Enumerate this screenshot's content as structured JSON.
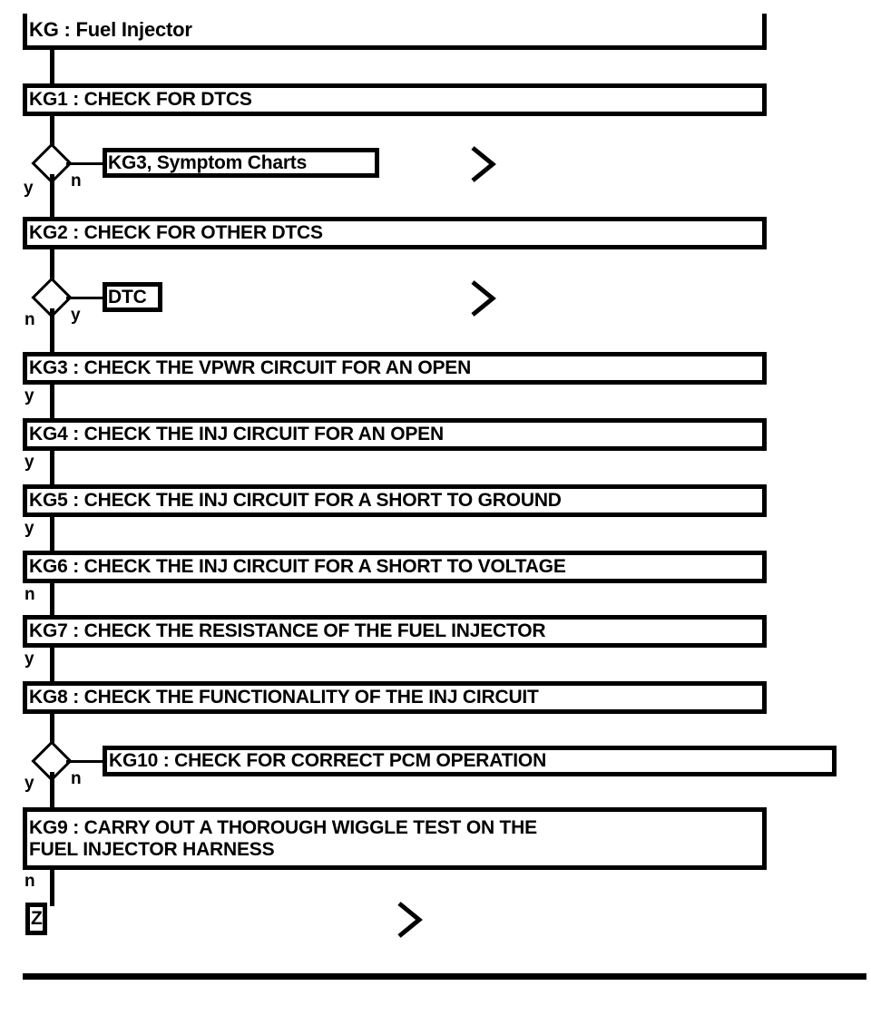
{
  "diagram": {
    "title": "KG : Fuel Injector",
    "type": "flowchart",
    "nodes": [
      {
        "id": "KG",
        "label": "KG : Fuel Injector"
      },
      {
        "id": "KG1",
        "label": "KG1 : CHECK FOR DTCS"
      },
      {
        "id": "KG2",
        "label": "KG2 : CHECK FOR OTHER DTCS"
      },
      {
        "id": "KG3",
        "label": "KG3 : CHECK THE VPWR CIRCUIT FOR AN OPEN"
      },
      {
        "id": "KG4",
        "label": "KG4 : CHECK THE INJ CIRCUIT FOR AN OPEN"
      },
      {
        "id": "KG5",
        "label": "KG5 : CHECK THE INJ CIRCUIT FOR A SHORT TO GROUND"
      },
      {
        "id": "KG6",
        "label": "KG6 : CHECK THE INJ CIRCUIT FOR A SHORT TO VOLTAGE"
      },
      {
        "id": "KG7",
        "label": "KG7 : CHECK THE RESISTANCE OF THE FUEL INJECTOR"
      },
      {
        "id": "KG8",
        "label": "KG8 : CHECK THE FUNCTIONALITY OF THE INJ CIRCUIT"
      },
      {
        "id": "KG9",
        "label": "KG9 : CARRY OUT A THOROUGH WIGGLE TEST ON THE\nFUEL INJECTOR HARNESS"
      },
      {
        "id": "KG10",
        "label": "KG10 : CHECK FOR CORRECT PCM OPERATION"
      }
    ],
    "references": [
      {
        "id": "ref-kg3-symptom",
        "label": "KG3, Symptom Charts"
      },
      {
        "id": "ref-dtc",
        "label": "DTC"
      },
      {
        "id": "ref-z",
        "label": "Z"
      }
    ],
    "branch_labels": {
      "d1_yes": "y",
      "d1_no": "n",
      "d2_no": "n",
      "d2_yes": "y",
      "kg3_out": "y",
      "kg4_out": "y",
      "kg5_out": "y",
      "kg6_out": "n",
      "kg7_out": "y",
      "d3_yes": "y",
      "d3_no": "n",
      "kg9_out": "n"
    },
    "colors": {
      "ink": "#000000",
      "paper": "#ffffff"
    }
  }
}
